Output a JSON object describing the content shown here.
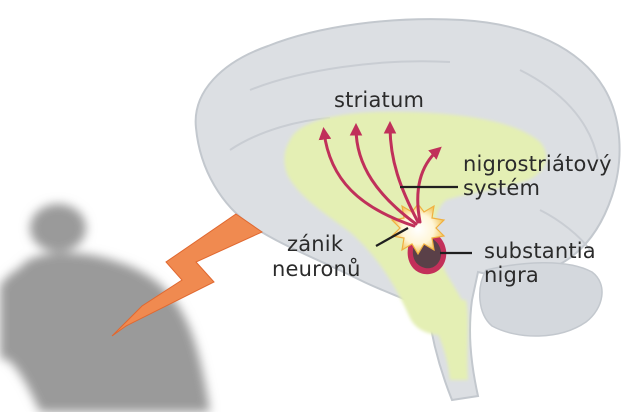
{
  "labels": {
    "striatum": "striatum",
    "nigrostriatal_line1": "nigrostriátový",
    "nigrostriatal_line2": "systém",
    "neuron_death_line1": "zánik",
    "neuron_death_line2": "neuronů",
    "substantia_line1": "substantia",
    "substantia_line2": "nigra"
  },
  "colors": {
    "brain": "#dcdfe3",
    "brain_outline": "#c3c8ce",
    "striatum_region": "#e4efb4",
    "pathway_arrows": "#c0305a",
    "substantia_nigra": "#5a4048",
    "lightning": "#f08a50",
    "person_silhouette": "#9a9a9a",
    "label_text": "#2b2b2b"
  },
  "icons": {
    "lightning": "lightning-bolt-icon",
    "person": "stooped-person-silhouette",
    "burst": "starburst-icon"
  }
}
